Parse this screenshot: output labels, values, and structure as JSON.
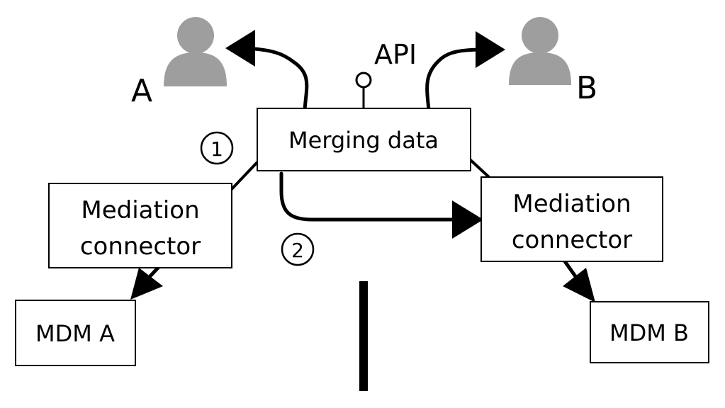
{
  "nodes": {
    "merging": {
      "label": "Merging data"
    },
    "mediation_left": {
      "line1": "Mediation",
      "line2": "connector"
    },
    "mediation_right": {
      "line1": "Mediation",
      "line2": "connector"
    },
    "mdm_a": {
      "label": "MDM A"
    },
    "mdm_b": {
      "label": "MDM B"
    }
  },
  "actors": {
    "a": {
      "label": "A",
      "icon": "person-icon"
    },
    "b": {
      "label": "B",
      "icon": "person-icon"
    }
  },
  "api": {
    "label": "API"
  },
  "steps": {
    "one": "1",
    "two": "2"
  },
  "colors": {
    "stroke": "#000000",
    "box_fill": "#ffffff",
    "person_fill": "#9e9e9e"
  }
}
